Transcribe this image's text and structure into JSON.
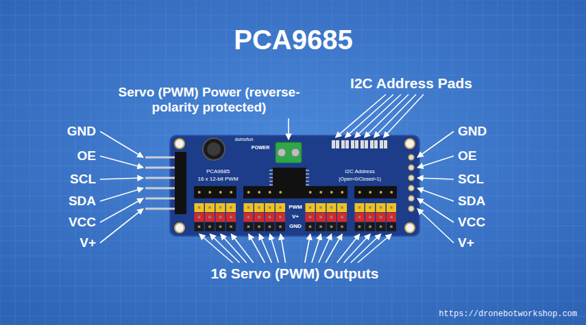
{
  "diagram": {
    "title": "PCA9685",
    "labels": [
      "Servo (PWM) Power (reverse-polarity protected)",
      "I2C Address Pads",
      "GND",
      "OE",
      "SCL",
      "SDA",
      "VCC",
      "V+",
      "GND",
      "OE",
      "SCL",
      "SDA",
      "VCC",
      "V+",
      "duinofun",
      "POWER",
      "PCA9685",
      "16 x 12-bit PWM",
      "I2C Address",
      "(Open=0/Closed=1)",
      "PWM",
      "V+",
      "GND",
      "16 Servo (PWM) Outputs",
      "https://dronebotworkshop.com"
    ]
  }
}
